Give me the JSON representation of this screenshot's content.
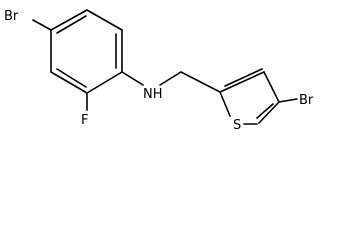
{
  "molecule": {
    "atoms": {
      "br_phenyl": "Br",
      "fluorine": "F",
      "amine": "NH",
      "br_thiophene": "Br",
      "sulfur": "S"
    },
    "bond_color": "#000000",
    "label_color": "#000000",
    "background": "#ffffff"
  }
}
